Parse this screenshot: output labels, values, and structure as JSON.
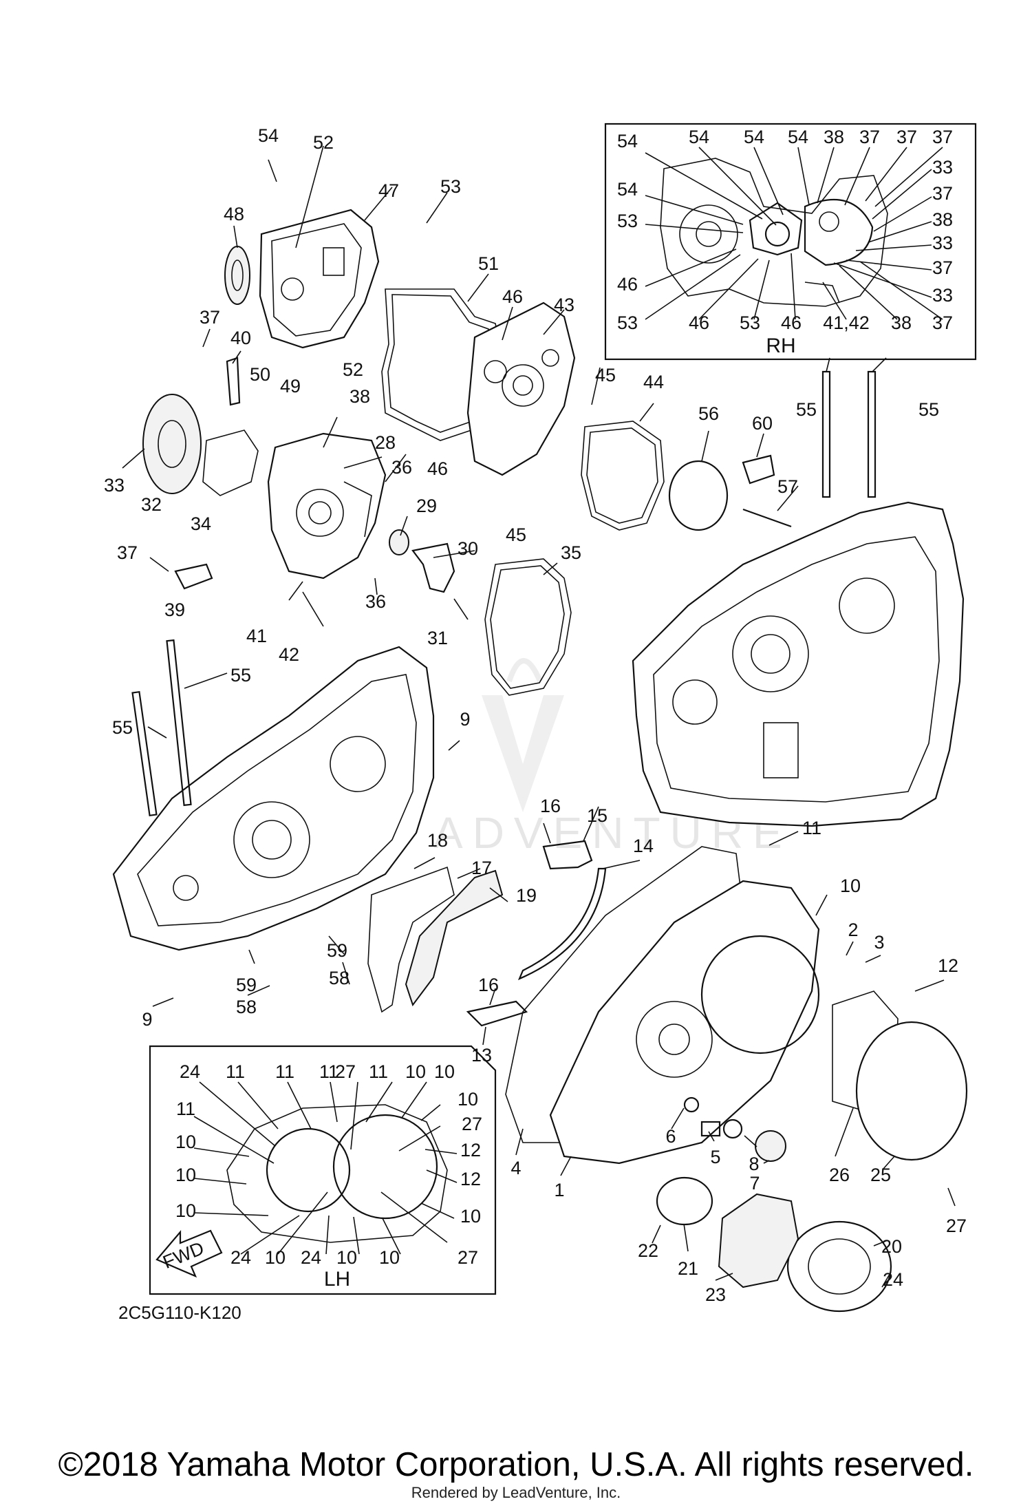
{
  "diagram": {
    "diagram_code": "2C5G110-K120",
    "copyright": "©2018 Yamaha Motor Corporation, U.S.A. All rights reserved.",
    "rendered_by": "Rendered by LeadVenture, Inc.",
    "watermark": "ADVENTURE",
    "fwd_label": "FWD",
    "insets": {
      "rh": {
        "title": "RH"
      },
      "lh": {
        "title": "LH"
      }
    }
  },
  "callouts": [
    {
      "id": "c1",
      "label": "54"
    },
    {
      "id": "c2",
      "label": "52"
    },
    {
      "id": "c3",
      "label": "47"
    },
    {
      "id": "c4",
      "label": "53"
    },
    {
      "id": "c5",
      "label": "48"
    },
    {
      "id": "c6",
      "label": "51"
    },
    {
      "id": "c7",
      "label": "46"
    },
    {
      "id": "c8",
      "label": "43"
    },
    {
      "id": "c9",
      "label": "37"
    },
    {
      "id": "c10",
      "label": "40"
    },
    {
      "id": "c11",
      "label": "50"
    },
    {
      "id": "c12",
      "label": "49"
    },
    {
      "id": "c13",
      "label": "52"
    },
    {
      "id": "c14",
      "label": "38"
    },
    {
      "id": "c15",
      "label": "45"
    },
    {
      "id": "c16",
      "label": "44"
    },
    {
      "id": "c17",
      "label": "56"
    },
    {
      "id": "c18",
      "label": "60"
    },
    {
      "id": "c19",
      "label": "55"
    },
    {
      "id": "c20",
      "label": "55"
    },
    {
      "id": "c21",
      "label": "28"
    },
    {
      "id": "c22",
      "label": "46"
    },
    {
      "id": "c23",
      "label": "33"
    },
    {
      "id": "c24",
      "label": "32"
    },
    {
      "id": "c25",
      "label": "34"
    },
    {
      "id": "c26",
      "label": "36"
    },
    {
      "id": "c27",
      "label": "29"
    },
    {
      "id": "c28",
      "label": "30"
    },
    {
      "id": "c29",
      "label": "57"
    },
    {
      "id": "c30",
      "label": "45"
    },
    {
      "id": "c31",
      "label": "35"
    },
    {
      "id": "c32",
      "label": "37"
    },
    {
      "id": "c33",
      "label": "39"
    },
    {
      "id": "c34",
      "label": "36"
    },
    {
      "id": "c35",
      "label": "41"
    },
    {
      "id": "c36",
      "label": "42"
    },
    {
      "id": "c37",
      "label": "31"
    },
    {
      "id": "c38",
      "label": "55"
    },
    {
      "id": "c39",
      "label": "55"
    },
    {
      "id": "c40",
      "label": "9"
    },
    {
      "id": "c41",
      "label": "16"
    },
    {
      "id": "c42",
      "label": "15"
    },
    {
      "id": "c43",
      "label": "14"
    },
    {
      "id": "c44",
      "label": "11"
    },
    {
      "id": "c45",
      "label": "18"
    },
    {
      "id": "c46",
      "label": "17"
    },
    {
      "id": "c47",
      "label": "19"
    },
    {
      "id": "c48",
      "label": "10"
    },
    {
      "id": "c49",
      "label": "2"
    },
    {
      "id": "c50",
      "label": "3"
    },
    {
      "id": "c51",
      "label": "59"
    },
    {
      "id": "c52",
      "label": "58"
    },
    {
      "id": "c53",
      "label": "59"
    },
    {
      "id": "c54",
      "label": "58"
    },
    {
      "id": "c55",
      "label": "16"
    },
    {
      "id": "c56",
      "label": "12"
    },
    {
      "id": "c57",
      "label": "9"
    },
    {
      "id": "c58",
      "label": "13"
    },
    {
      "id": "c59",
      "label": "6"
    },
    {
      "id": "c60",
      "label": "5"
    },
    {
      "id": "c61",
      "label": "8"
    },
    {
      "id": "c62",
      "label": "7"
    },
    {
      "id": "c63",
      "label": "26"
    },
    {
      "id": "c64",
      "label": "4"
    },
    {
      "id": "c65",
      "label": "1"
    },
    {
      "id": "c66",
      "label": "25"
    },
    {
      "id": "c67",
      "label": "27"
    },
    {
      "id": "c68",
      "label": "20"
    },
    {
      "id": "c69",
      "label": "22"
    },
    {
      "id": "c70",
      "label": "21"
    },
    {
      "id": "c71",
      "label": "24"
    },
    {
      "id": "c72",
      "label": "23"
    }
  ],
  "rh_callouts": [
    {
      "id": "r1",
      "label": "54"
    },
    {
      "id": "r2",
      "label": "54"
    },
    {
      "id": "r3",
      "label": "54"
    },
    {
      "id": "r4",
      "label": "54"
    },
    {
      "id": "r5",
      "label": "38"
    },
    {
      "id": "r6",
      "label": "37"
    },
    {
      "id": "r7",
      "label": "37"
    },
    {
      "id": "r8",
      "label": "37"
    },
    {
      "id": "r9",
      "label": "33"
    },
    {
      "id": "r10",
      "label": "54"
    },
    {
      "id": "r11",
      "label": "37"
    },
    {
      "id": "r12",
      "label": "53"
    },
    {
      "id": "r13",
      "label": "38"
    },
    {
      "id": "r14",
      "label": "33"
    },
    {
      "id": "r15",
      "label": "46"
    },
    {
      "id": "r16",
      "label": "37"
    },
    {
      "id": "r17",
      "label": "33"
    },
    {
      "id": "r18",
      "label": "53"
    },
    {
      "id": "r19",
      "label": "46"
    },
    {
      "id": "r20",
      "label": "53"
    },
    {
      "id": "r21",
      "label": "46"
    },
    {
      "id": "r22",
      "label": "41,42"
    },
    {
      "id": "r23",
      "label": "38"
    },
    {
      "id": "r24",
      "label": "37"
    }
  ],
  "lh_callouts": [
    {
      "id": "l1",
      "label": "24"
    },
    {
      "id": "l2",
      "label": "11"
    },
    {
      "id": "l3",
      "label": "11"
    },
    {
      "id": "l4",
      "label": "11"
    },
    {
      "id": "l5",
      "label": "27"
    },
    {
      "id": "l6",
      "label": "11"
    },
    {
      "id": "l7",
      "label": "10"
    },
    {
      "id": "l8",
      "label": "10"
    },
    {
      "id": "l9",
      "label": "10"
    },
    {
      "id": "l10",
      "label": "11"
    },
    {
      "id": "l11",
      "label": "27"
    },
    {
      "id": "l12",
      "label": "10"
    },
    {
      "id": "l13",
      "label": "12"
    },
    {
      "id": "l14",
      "label": "10"
    },
    {
      "id": "l15",
      "label": "12"
    },
    {
      "id": "l16",
      "label": "10"
    },
    {
      "id": "l17",
      "label": "10"
    },
    {
      "id": "l18",
      "label": "24"
    },
    {
      "id": "l19",
      "label": "10"
    },
    {
      "id": "l20",
      "label": "24"
    },
    {
      "id": "l21",
      "label": "10"
    },
    {
      "id": "l22",
      "label": "10"
    },
    {
      "id": "l23",
      "label": "27"
    }
  ]
}
